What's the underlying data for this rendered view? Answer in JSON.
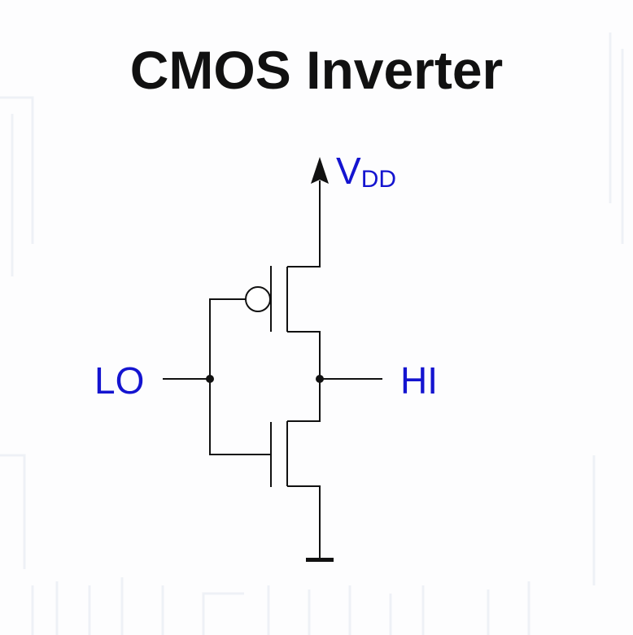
{
  "title": "CMOS Inverter",
  "labels": {
    "supply_main": "V",
    "supply_sub": "DD",
    "input": "LO",
    "output": "HI"
  },
  "colors": {
    "label": "#1414d0",
    "wire": "#111111",
    "title": "#111111"
  }
}
